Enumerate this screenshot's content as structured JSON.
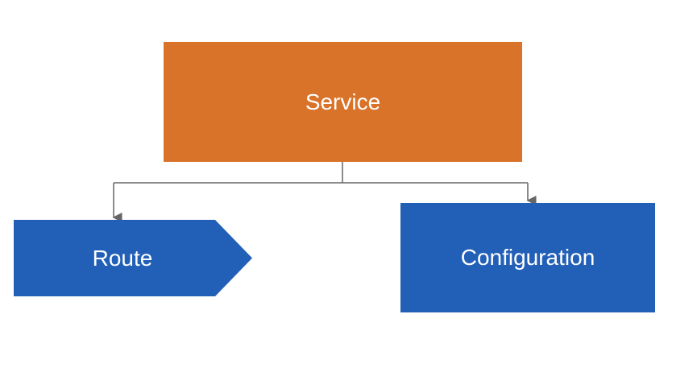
{
  "diagram": {
    "nodes": {
      "service": {
        "label": "Service",
        "color": "#d9732a"
      },
      "route": {
        "label": "Route",
        "color": "#2260b8",
        "shape": "pentagon-arrow"
      },
      "configuration": {
        "label": "Configuration",
        "color": "#2260b8"
      }
    },
    "edges": [
      {
        "from": "Service",
        "to": "Route"
      },
      {
        "from": "Service",
        "to": "Configuration"
      }
    ],
    "connector_color": "#666666"
  }
}
